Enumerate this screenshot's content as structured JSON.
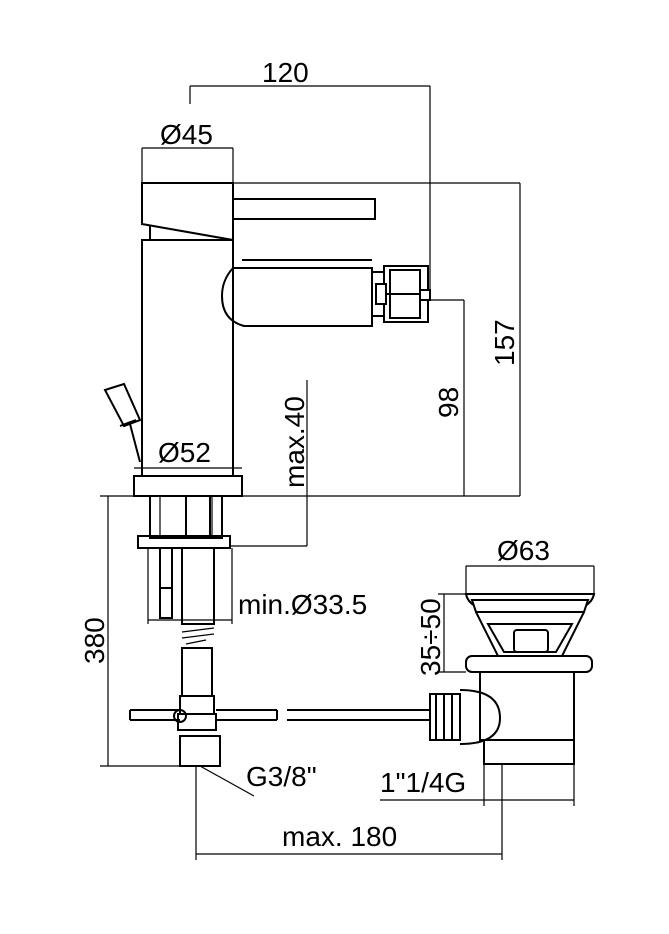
{
  "drawing": {
    "labels": {
      "overall_width": "120",
      "body_diameter": "Ø45",
      "total_height": "157",
      "spout_height": "98",
      "base_diameter": "Ø52",
      "max_deck_thickness": "max.40",
      "min_hole": "min.Ø33.5",
      "hose_length": "380",
      "waste_diameter": "Ø63",
      "waste_height_range": "35÷50",
      "waste_thread": "1\"1/4G",
      "connector_thread": "G3/8\"",
      "max_distance": "max. 180"
    }
  }
}
